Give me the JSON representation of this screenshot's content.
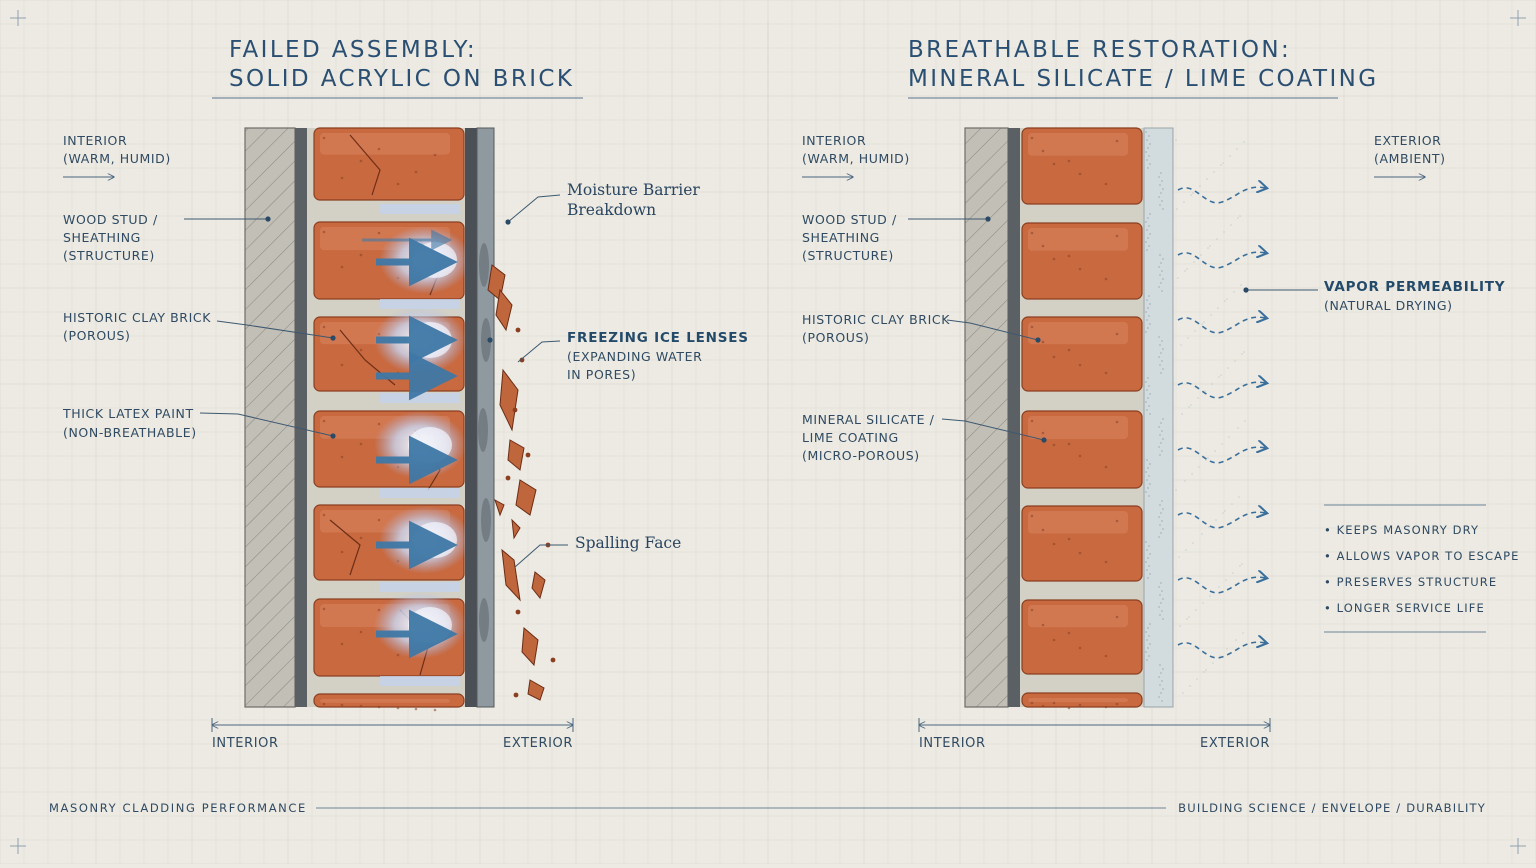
{
  "left": {
    "title_line1": "FAILED ASSEMBLY:",
    "title_line2": "SOLID ACRYLIC ON BRICK",
    "interior_l1": "INTERIOR",
    "interior_l2": "(WARM, HUMID)",
    "stud_l1": "WOOD STUD /",
    "stud_l2": "SHEATHING",
    "stud_l3": "(STRUCTURE)",
    "brick_l1": "HISTORIC CLAY BRICK",
    "brick_l2": "(POROUS)",
    "paint_l1": "THICK LATEX PAINT",
    "paint_l2": "(NON-BREATHABLE)",
    "barrier_l1": "Moisture Barrier",
    "barrier_l2": "Breakdown",
    "ice_l1": "FREEZING ICE LENSES",
    "ice_l2": "(EXPANDING WATER",
    "ice_l3": "IN PORES)",
    "spall": "Spalling Face",
    "axis_left": "INTERIOR",
    "axis_right": "EXTERIOR"
  },
  "right": {
    "title_line1": "BREATHABLE RESTORATION:",
    "title_line2": "MINERAL SILICATE / LIME COATING",
    "interior_l1": "INTERIOR",
    "interior_l2": "(WARM, HUMID)",
    "exterior_l1": "EXTERIOR",
    "exterior_l2": "(AMBIENT)",
    "stud_l1": "WOOD STUD /",
    "stud_l2": "SHEATHING",
    "stud_l3": "(STRUCTURE)",
    "brick_l1": "HISTORIC CLAY BRICK",
    "brick_l2": "(POROUS)",
    "coat_l1": "MINERAL SILICATE /",
    "coat_l2": "LIME COATING",
    "coat_l3": "(MICRO-POROUS)",
    "vapor_l1": "VAPOR PERMEABILITY",
    "vapor_l2": "(NATURAL DRYING)",
    "benefits": [
      "• KEEPS MASONRY DRY",
      "• ALLOWS VAPOR TO ESCAPE",
      "• PRESERVES STRUCTURE",
      "• LONGER SERVICE LIFE"
    ],
    "axis_left": "INTERIOR",
    "axis_right": "EXTERIOR"
  },
  "footer": {
    "left": "MASONRY CLADDING PERFORMANCE",
    "right": "BUILDING SCIENCE   /   ENVELOPE   /   DURABILITY"
  },
  "colors": {
    "ink": "#2b4a66",
    "brick": "#c8693f",
    "mortar": "#cfccc2",
    "stud": "#b9b6ae",
    "dark_layer": "#5c6166",
    "coating": "#d3dde0",
    "arrow": "#3f78a6",
    "paper": "#eceae2"
  }
}
